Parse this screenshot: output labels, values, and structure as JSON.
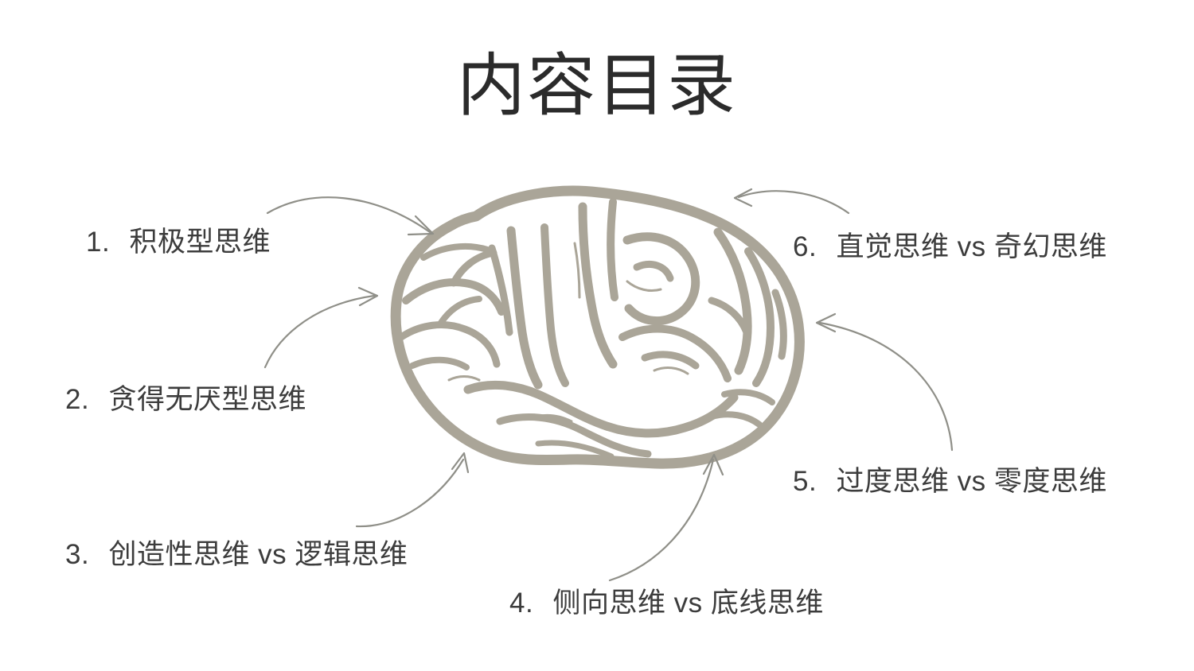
{
  "slide": {
    "title": "内容目录",
    "background_color": "#ffffff",
    "text_color": "#3c3c3c",
    "title_color": "#2b2b2b",
    "accent_color": "#aaa598",
    "arrow_color": "#8f8f88"
  },
  "figure": {
    "name": "brain-illustration",
    "description": "侧面大脑线稿插图",
    "color": "#aaa598"
  },
  "agenda": {
    "items": [
      {
        "number": "1.",
        "text": "积极型思维"
      },
      {
        "number": "2.",
        "text": "贪得无厌型思维"
      },
      {
        "number": "3.",
        "text": "创造性思维 vs 逻辑思维"
      },
      {
        "number": "4.",
        "text": "侧向思维 vs 底线思维"
      },
      {
        "number": "5.",
        "text": "过度思维 vs 零度思维"
      },
      {
        "number": "6.",
        "text": "直觉思维 vs 奇幻思维"
      }
    ]
  },
  "arrows": [
    {
      "name": "arrow-to-brain-1",
      "from": "item-1",
      "direction": "right"
    },
    {
      "name": "arrow-to-brain-2",
      "from": "item-2",
      "direction": "right"
    },
    {
      "name": "arrow-to-brain-3",
      "from": "item-3",
      "direction": "up-right"
    },
    {
      "name": "arrow-to-brain-4",
      "from": "item-4",
      "direction": "up"
    },
    {
      "name": "arrow-to-brain-5",
      "from": "item-5",
      "direction": "left"
    },
    {
      "name": "arrow-to-brain-6",
      "from": "item-6",
      "direction": "left"
    }
  ]
}
